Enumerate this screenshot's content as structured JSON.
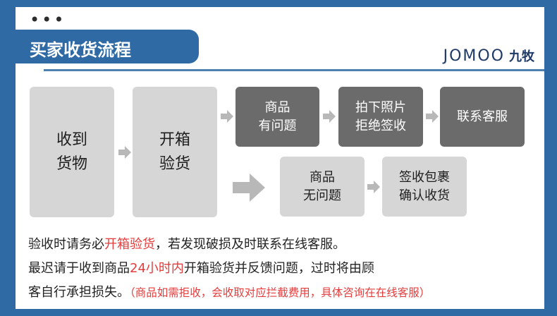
{
  "header": {
    "menu_dots": "•••",
    "title": "买家收货流程",
    "brand_latin": "JOMOO",
    "brand_cn": "九牧"
  },
  "flow": {
    "receive_goods": "收到\n货物",
    "unbox_inspect": "开箱\n验货",
    "problem_item": "商品\n有问题",
    "photo_reject": "拍下照片\n拒绝签收",
    "contact_service": "联系客服",
    "no_problem_item": "商品\n无问题",
    "sign_confirm": "签收包裹\n确认收货"
  },
  "notes": {
    "line1_a": "验收时请务必",
    "line1_highlight": "开箱验货",
    "line1_b": "，若发现破损及时联系在线客服。",
    "line2_a": "最迟请于收到商品",
    "line2_highlight": "24小时内",
    "line2_b": "开箱验货并反馈问题，过时将由顾",
    "line3_a": "客自行承担损失。",
    "line3_highlight": "（商品如需拒收，会收取对应拦截费用，具体咨询在在线客服）"
  },
  "colors": {
    "frame": "#2f6aa5",
    "box_light": "#d6d6d6",
    "box_dark": "#6b6b6b",
    "highlight": "#e53c3c"
  }
}
